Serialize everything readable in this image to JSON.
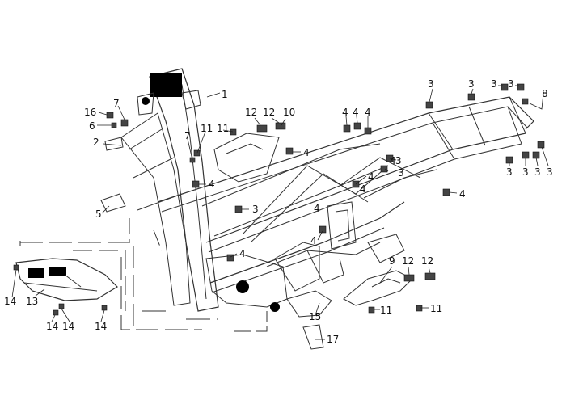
{
  "diagram": {
    "callouts": [
      {
        "id": "c1",
        "text": "1"
      },
      {
        "id": "c2",
        "text": "2"
      },
      {
        "id": "c3a",
        "text": "3"
      },
      {
        "id": "c3b",
        "text": "3"
      },
      {
        "id": "c3c",
        "text": "3"
      },
      {
        "id": "c3d",
        "text": "3"
      },
      {
        "id": "c3e",
        "text": "3"
      },
      {
        "id": "c3f",
        "text": "3"
      },
      {
        "id": "c3g",
        "text": "3"
      },
      {
        "id": "c3h",
        "text": "3"
      },
      {
        "id": "c3i",
        "text": "3"
      },
      {
        "id": "c3j",
        "text": "3"
      },
      {
        "id": "c3k",
        "text": "3"
      },
      {
        "id": "c4a",
        "text": "4"
      },
      {
        "id": "c4b",
        "text": "4"
      },
      {
        "id": "c4c",
        "text": "4"
      },
      {
        "id": "c4d",
        "text": "4"
      },
      {
        "id": "c4e",
        "text": "4"
      },
      {
        "id": "c4f",
        "text": "4"
      },
      {
        "id": "c4g",
        "text": "4"
      },
      {
        "id": "c4h",
        "text": "4"
      },
      {
        "id": "c4i",
        "text": "4"
      },
      {
        "id": "c4j",
        "text": "4"
      },
      {
        "id": "c4k",
        "text": "4"
      },
      {
        "id": "c4l",
        "text": "4"
      },
      {
        "id": "c5",
        "text": "5"
      },
      {
        "id": "c6",
        "text": "6"
      },
      {
        "id": "c7a",
        "text": "7"
      },
      {
        "id": "c7b",
        "text": "7"
      },
      {
        "id": "c8",
        "text": "8"
      },
      {
        "id": "c9",
        "text": "9"
      },
      {
        "id": "c10",
        "text": "10"
      },
      {
        "id": "c11a",
        "text": "11"
      },
      {
        "id": "c11b",
        "text": "11"
      },
      {
        "id": "c11c",
        "text": "11"
      },
      {
        "id": "c11d",
        "text": "11"
      },
      {
        "id": "c12a",
        "text": "12"
      },
      {
        "id": "c12b",
        "text": "12"
      },
      {
        "id": "c12c",
        "text": "12"
      },
      {
        "id": "c12d",
        "text": "12"
      },
      {
        "id": "c13",
        "text": "13"
      },
      {
        "id": "c14a",
        "text": "14"
      },
      {
        "id": "c14b",
        "text": "14"
      },
      {
        "id": "c14c",
        "text": "14"
      },
      {
        "id": "c14d",
        "text": "14"
      },
      {
        "id": "c15",
        "text": "15"
      },
      {
        "id": "c16",
        "text": "16"
      },
      {
        "id": "c17",
        "text": "17"
      }
    ]
  }
}
